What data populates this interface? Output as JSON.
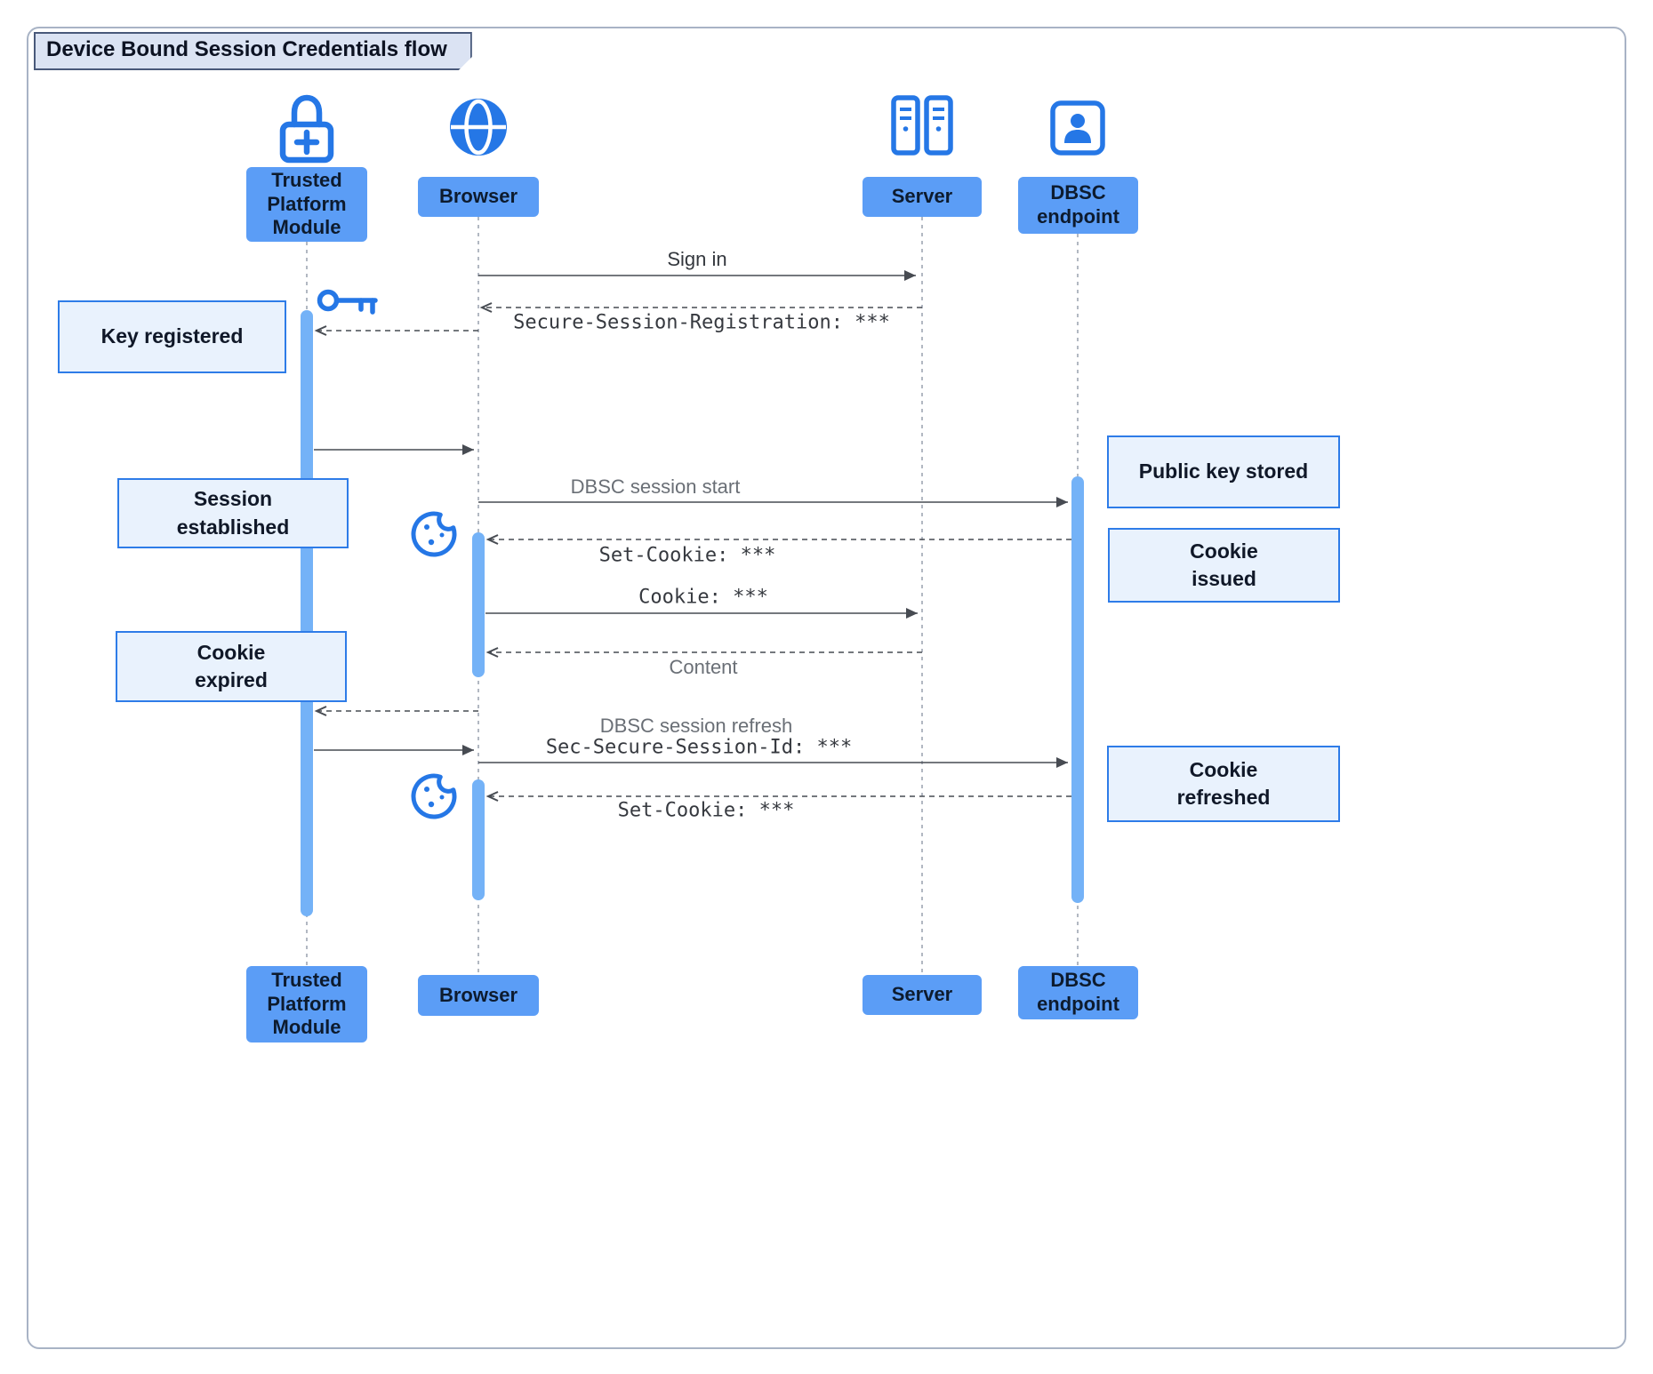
{
  "title": "Device Bound Session Credentials flow",
  "actors": {
    "tpm": "Trusted\nPlatform\nModule",
    "browser": "Browser",
    "server": "Server",
    "dbsc": "DBSC\nendpoint"
  },
  "notes": {
    "key_registered": "Key registered",
    "session_established": "Session\nestablished",
    "cookie_expired": "Cookie\nexpired",
    "public_key_stored": "Public key stored",
    "cookie_issued": "Cookie\nissued",
    "cookie_refreshed": "Cookie\nrefreshed"
  },
  "messages": {
    "sign_in": "Sign in",
    "secure_session_registration": "Secure-Session-Registration: ***",
    "dbsc_session_start": "DBSC session start",
    "set_cookie_issue": "Set-Cookie: ***",
    "cookie_send": "Cookie: ***",
    "content": "Content",
    "dbsc_session_refresh": "DBSC session refresh",
    "sec_secure_session_id": "Sec-Secure-Session-Id: ***",
    "set_cookie_refresh": "Set-Cookie: ***"
  },
  "colors": {
    "actor_fill": "#5b9df6",
    "note_fill": "#e9f2fd",
    "note_border": "#2e7ce8",
    "activation": "#74b2f7",
    "icon_blue": "#2577e6"
  }
}
